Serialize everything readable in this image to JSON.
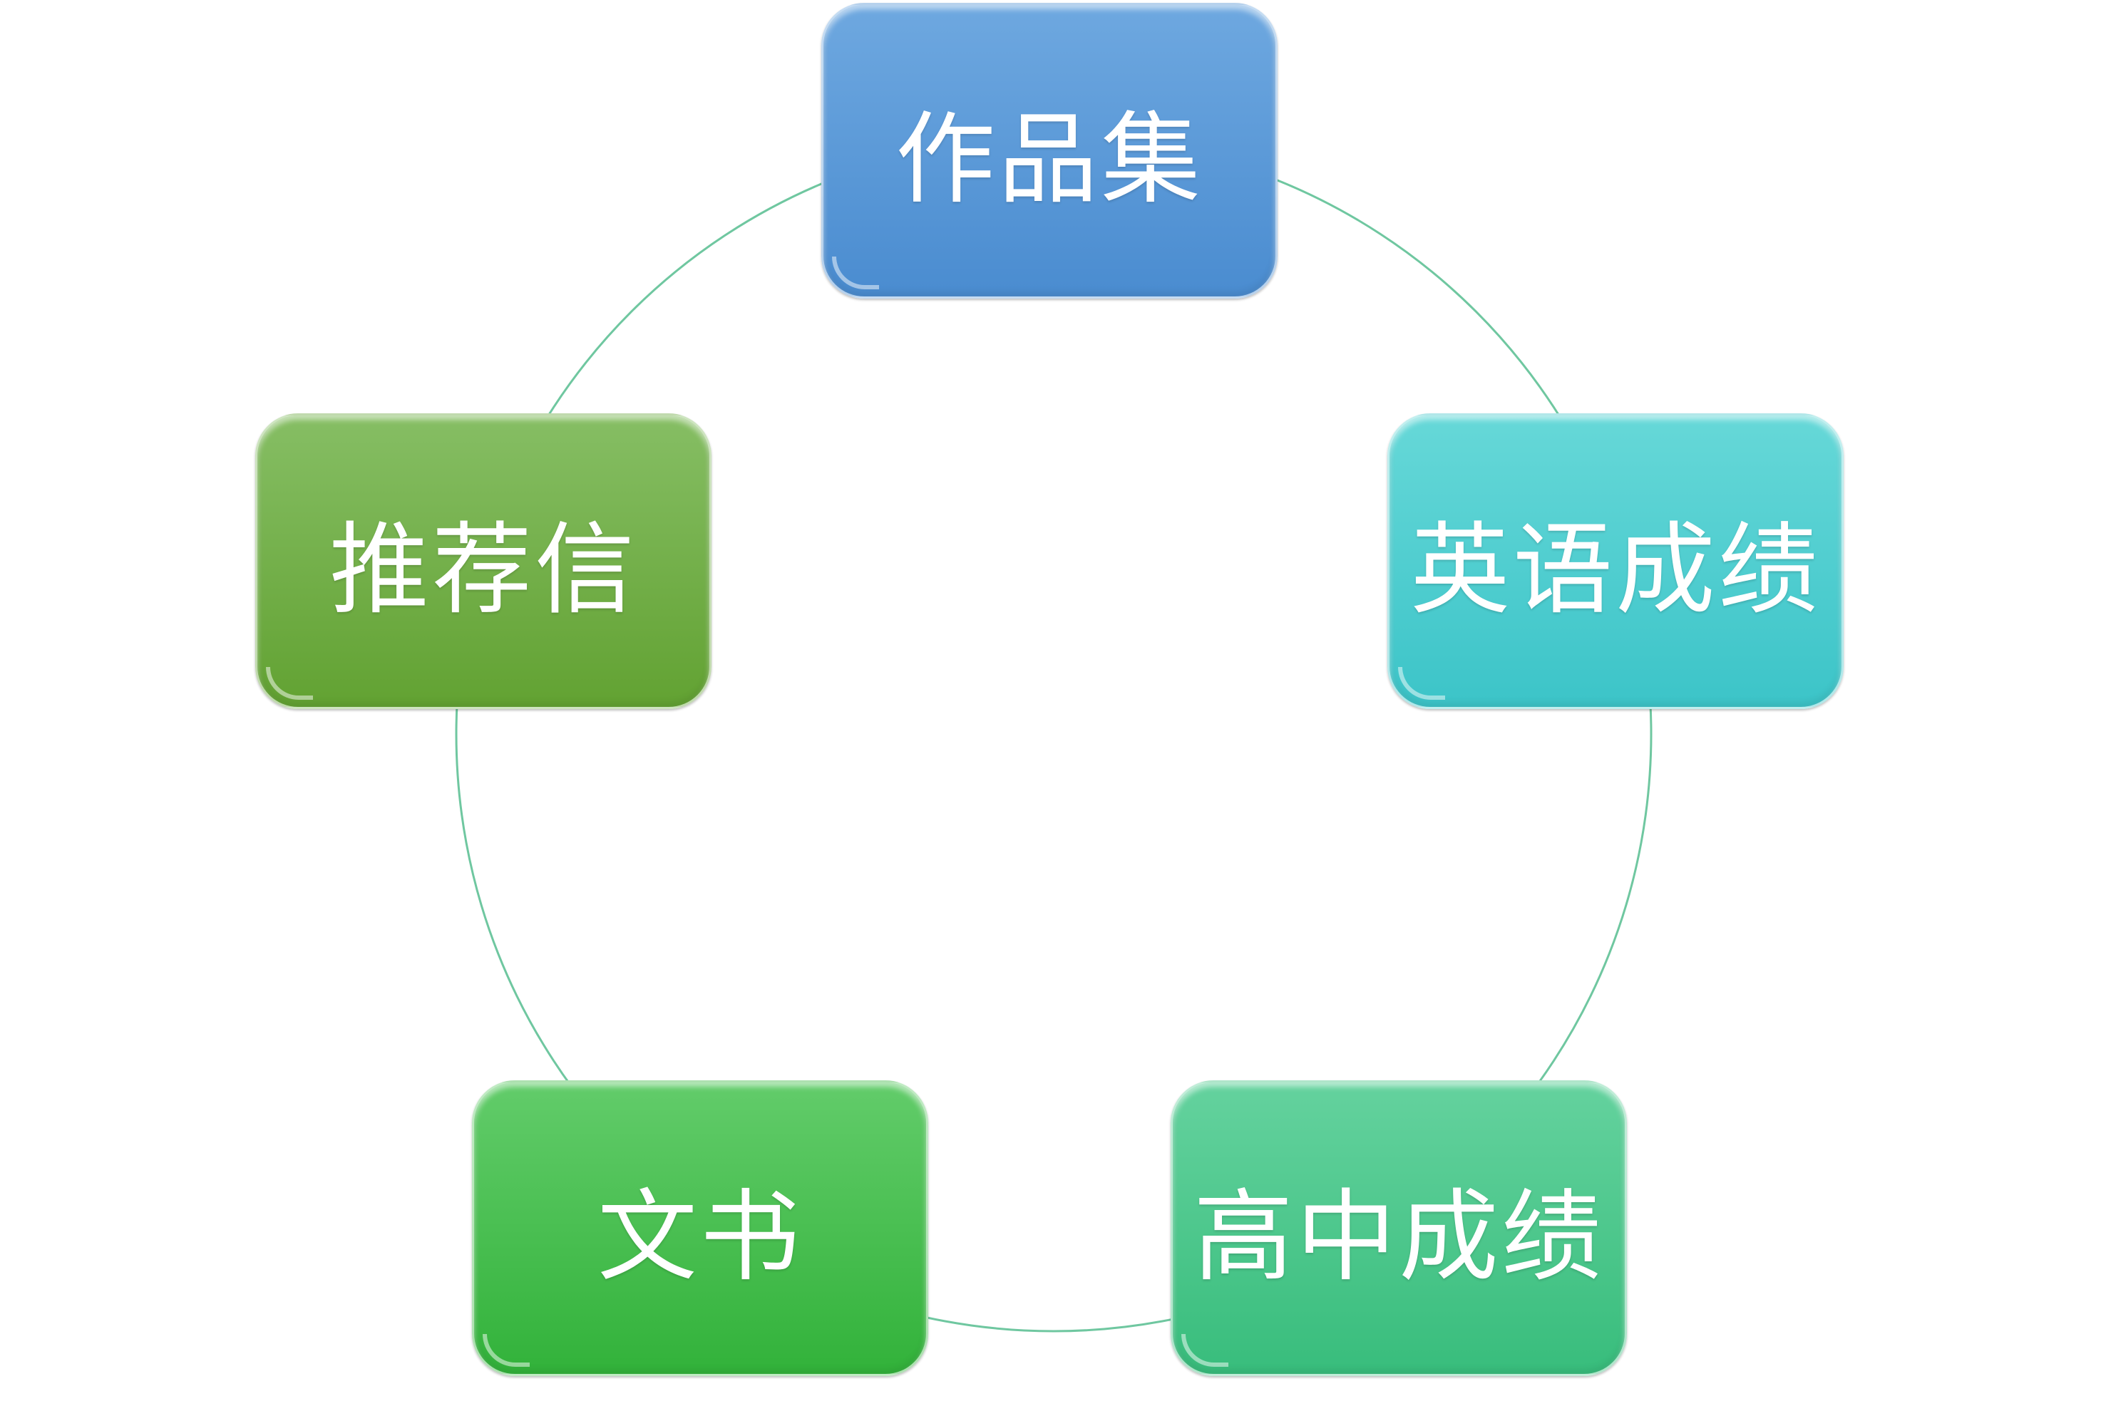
{
  "diagram": {
    "type": "cycle",
    "nodes": [
      {
        "label": "作品集",
        "color": "#5b9bd5"
      },
      {
        "label": "英语成绩",
        "color": "#4bcacc"
      },
      {
        "label": "高中成绩",
        "color": "#4bc68a"
      },
      {
        "label": "文书",
        "color": "#42bd4a"
      },
      {
        "label": "推荐信",
        "color": "#74b04c"
      }
    ]
  }
}
